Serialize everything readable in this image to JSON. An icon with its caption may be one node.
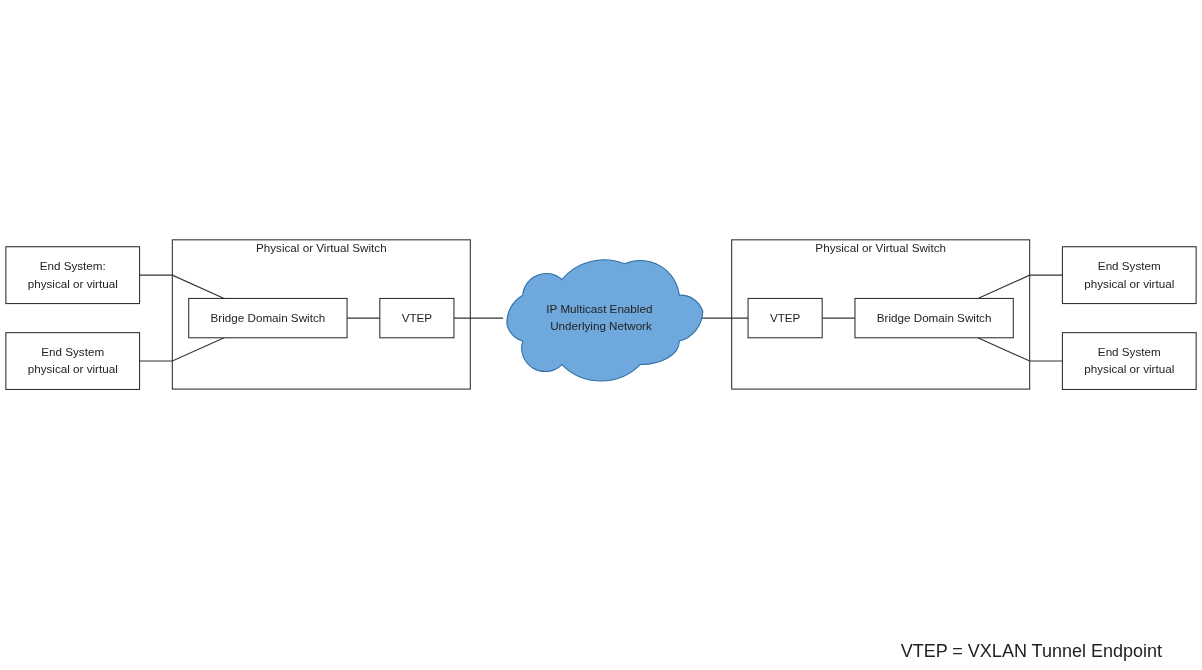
{
  "diagram": {
    "nodes": [
      {
        "text": [
          "Physical or Virtual Switch"
        ]
      },
      {
        "text": [
          "End System:",
          "physical or virtual"
        ]
      },
      {
        "text": [
          "End System",
          "physical or virtual"
        ]
      },
      {
        "text": [
          "Bridge Domain Switch"
        ],
        "in": 0
      },
      {
        "text": [
          "VTEP"
        ],
        "in": 0
      },
      {
        "text": [
          "IP Multicast Enabled Underlying Network"
        ]
      },
      {
        "text": [
          "Physical or Virtual Switch"
        ]
      },
      {
        "text": [
          "VTEP"
        ],
        "in": 6
      },
      {
        "text": [
          "Bridge Domain Switch"
        ],
        "in": 6
      },
      {
        "text": [
          "End System",
          "physical or virtual"
        ]
      },
      {
        "text": [
          "End System",
          "physical or virtual"
        ]
      }
    ],
    "edges": [
      {
        "from": 1,
        "to": 3,
        "arrow": "none"
      },
      {
        "from": 2,
        "to": 3,
        "arrow": "none"
      },
      {
        "from": 3,
        "to": 4,
        "arrow": "none"
      },
      {
        "from": 4,
        "to": 5,
        "arrow": "none"
      },
      {
        "from": 5,
        "to": 7,
        "arrow": "none"
      },
      {
        "from": 7,
        "to": 8,
        "arrow": "none"
      },
      {
        "from": 8,
        "to": 9,
        "arrow": "none"
      },
      {
        "from": 8,
        "to": 10,
        "arrow": "none"
      }
    ],
    "labels": [
      "VTEP = VXLAN Tunnel Endpoint"
    ]
  }
}
